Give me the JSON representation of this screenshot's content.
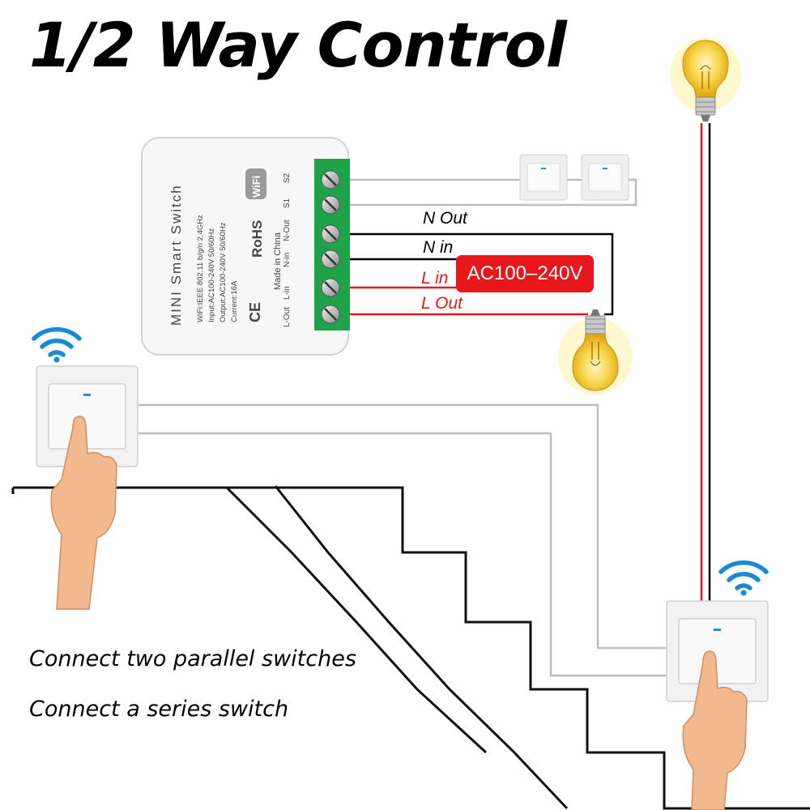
{
  "title": "1/2 Way Control",
  "module": {
    "name": "MINI Smart Switch",
    "wifi_badge": "WiFi",
    "rohs": "RoHS",
    "origin": "Made in China",
    "ce": "CE",
    "spec_lines": [
      "WiFi:IEEE 802.11 b/g/n 2.4GHz",
      "Input:AC100-240V 50/60Hz",
      "Output:AC100-240V 50/60Hz",
      "Current:16A"
    ],
    "terminals": [
      "S2",
      "S1",
      "N-Out",
      "N-in",
      "L-in",
      "L-Out"
    ]
  },
  "wire_labels": {
    "n_out": "N Out",
    "n_in": "N in",
    "l_in": "L in",
    "l_out": "L Out"
  },
  "voltage_badge": "AC100–240V",
  "captions": {
    "parallel": "Connect two parallel switches",
    "series": "Connect a series switch"
  },
  "colors": {
    "live": "#e8171c",
    "neutral": "#000000",
    "signal": "#bdbdbd",
    "terminal_block": "#1fa34a",
    "wifi": "#1a8ad4",
    "bulb": "#f6cf3a"
  }
}
